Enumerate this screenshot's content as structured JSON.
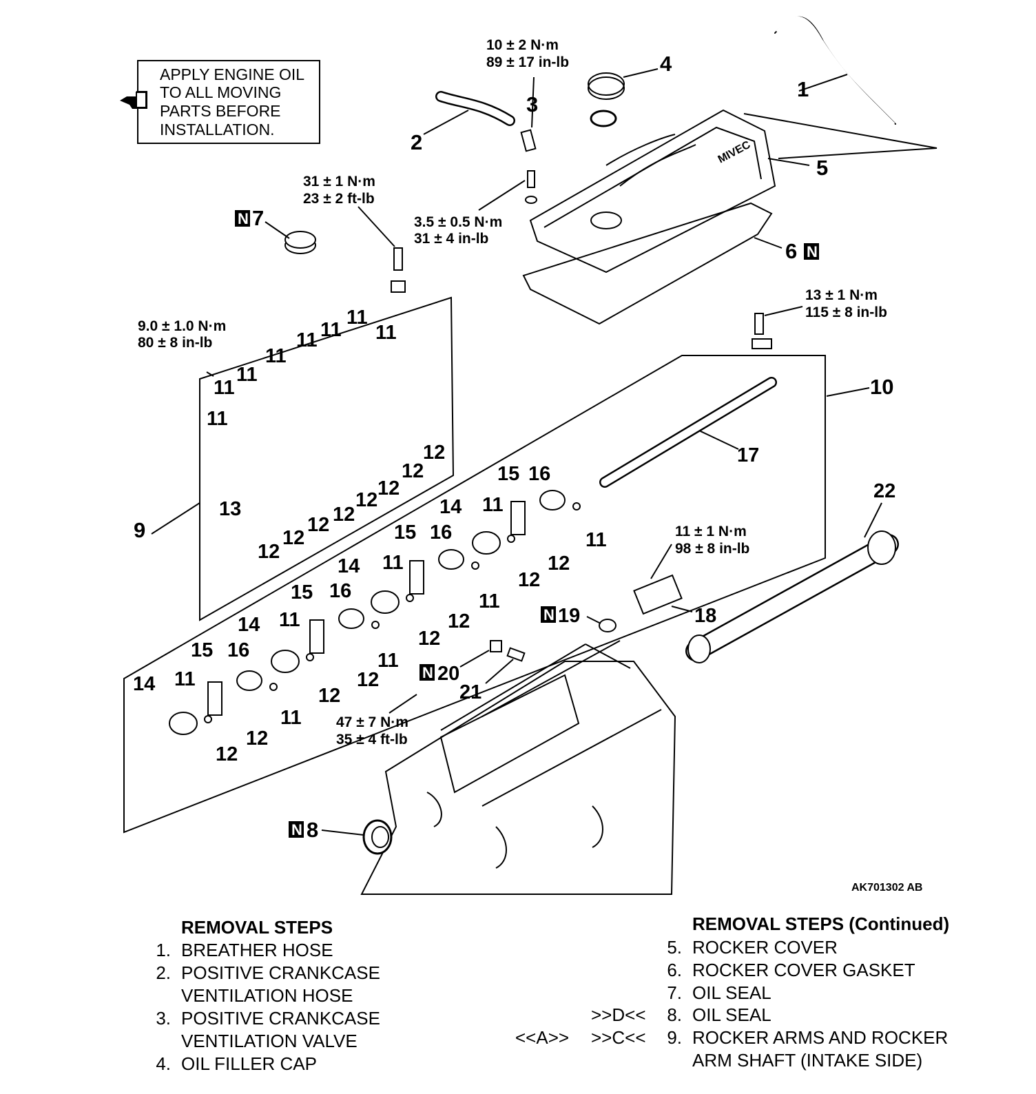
{
  "note_box": {
    "lines": [
      "APPLY ENGINE OIL",
      "TO ALL MOVING",
      "PARTS BEFORE",
      "INSTALLATION."
    ]
  },
  "torques": {
    "pcv_valve": [
      "10 ± 2 N·m",
      "89 ± 17 in-lb"
    ],
    "shaft_bolt_31": [
      "31 ± 1 N·m",
      "23 ± 2 ft-lb"
    ],
    "cover_bolt": [
      "3.5 ± 0.5 N·m",
      "31 ± 4 in-lb"
    ],
    "shaft_bolt_13": [
      "13 ± 1 N·m",
      "115 ± 8 in-lb"
    ],
    "adjust_screw": [
      "9.0 ± 1.0 N·m",
      "80 ± 8 in-lb"
    ],
    "ocv": [
      "11 ± 1 N·m",
      "98 ± 8 in-lb"
    ],
    "plug": [
      "47 ± 7 N·m",
      "35 ± 4 ft-lb"
    ]
  },
  "callouts": {
    "c1": "1",
    "c2": "2",
    "c3": "3",
    "c4": "4",
    "c5": "5",
    "c6": "6",
    "c7": "7",
    "c8": "8",
    "c9": "9",
    "c10": "10",
    "c11": "11",
    "c12": "12",
    "c13": "13",
    "c14": "14",
    "c15": "15",
    "c16": "16",
    "c17": "17",
    "c18": "18",
    "c19": "19",
    "c20": "20",
    "c21": "21",
    "c22": "22"
  },
  "new_part_mark": "N",
  "logo_text": "MIVEC",
  "figure_ref": "AK701302 AB",
  "removal_steps": {
    "title": "REMOVAL STEPS",
    "items": [
      {
        "num": "1.",
        "line1": "BREATHER HOSE",
        "line2": ""
      },
      {
        "num": "2.",
        "line1": "POSITIVE CRANKCASE",
        "line2": "VENTILATION HOSE"
      },
      {
        "num": "3.",
        "line1": "POSITIVE CRANKCASE",
        "line2": "VENTILATION VALVE"
      },
      {
        "num": "4.",
        "line1": "OIL FILLER CAP",
        "line2": ""
      }
    ]
  },
  "removal_steps_cont": {
    "title": "REMOVAL STEPS (Continued)",
    "items": [
      {
        "num": "5.",
        "line1": "ROCKER COVER",
        "line2": "",
        "mark_install": "",
        "mark_remove": ""
      },
      {
        "num": "6.",
        "line1": "ROCKER COVER GASKET",
        "line2": "",
        "mark_install": "",
        "mark_remove": ""
      },
      {
        "num": "7.",
        "line1": "OIL SEAL",
        "line2": "",
        "mark_install": "",
        "mark_remove": ""
      },
      {
        "num": "8.",
        "line1": "OIL SEAL",
        "line2": "",
        "mark_install": ">>D<<",
        "mark_remove": ""
      },
      {
        "num": "9.",
        "line1": "ROCKER ARMS AND ROCKER",
        "line2": "ARM SHAFT (INTAKE SIDE)",
        "mark_install": ">>C<<",
        "mark_remove": "<<A>>"
      }
    ]
  }
}
